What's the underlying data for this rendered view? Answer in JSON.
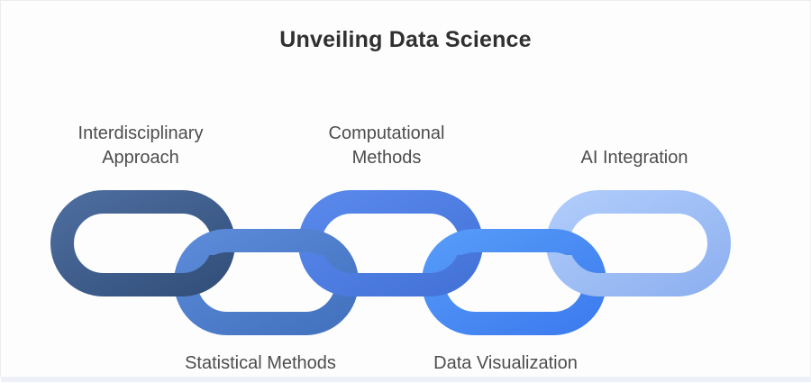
{
  "title": "Unveiling Data Science",
  "diagram": {
    "type": "chain-links",
    "items": [
      {
        "label": "Interdisciplinary Approach",
        "row": "top",
        "color_light": "#4C6C9E",
        "color_dark": "#33507B"
      },
      {
        "label": "Statistical Methods",
        "row": "bottom",
        "color_light": "#5A8AD8",
        "color_dark": "#4373BF"
      },
      {
        "label": "Computational Methods",
        "row": "top",
        "color_light": "#5988EB",
        "color_dark": "#4473D8"
      },
      {
        "label": "Data Visualization",
        "row": "bottom",
        "color_light": "#559AF8",
        "color_dark": "#3D7CEE"
      },
      {
        "label": "AI Integration",
        "row": "top",
        "color_light": "#AECBFA",
        "color_dark": "#8FB1F0"
      }
    ]
  },
  "colors": {
    "background": "#FDFDFE",
    "title_text": "#303030",
    "label_text": "#4D4D4D",
    "footer_strip": "#EDF1F7"
  }
}
